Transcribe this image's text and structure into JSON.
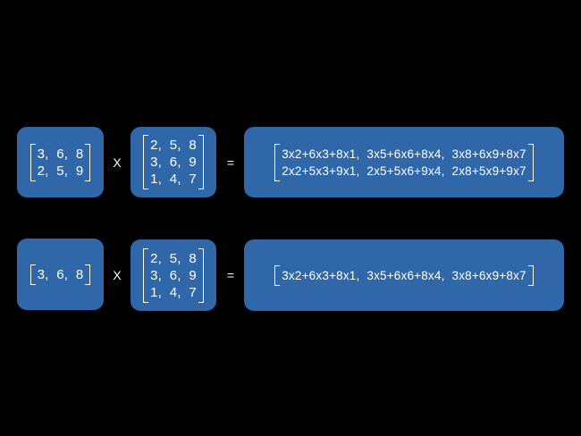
{
  "rows": [
    {
      "a": [
        [
          "3",
          "6",
          "8"
        ],
        [
          "2",
          "5",
          "9"
        ]
      ],
      "b": [
        [
          "2",
          "5",
          "8"
        ],
        [
          "3",
          "6",
          "9"
        ],
        [
          "1",
          "4",
          "7"
        ]
      ],
      "result": [
        [
          "3x2+6x3+8x1",
          "3x5+6x6+8x4",
          "3x8+6x9+8x7"
        ],
        [
          "2x2+5x3+9x1",
          "2x5+5x6+9x4",
          "2x8+5x9+9x7"
        ]
      ]
    },
    {
      "a": [
        [
          "3",
          "6",
          "8"
        ]
      ],
      "b": [
        [
          "2",
          "5",
          "8"
        ],
        [
          "3",
          "6",
          "9"
        ],
        [
          "1",
          "4",
          "7"
        ]
      ],
      "result": [
        [
          "3x2+6x3+8x1",
          "3x5+6x6+8x4",
          "3x8+6x9+8x7"
        ]
      ]
    }
  ],
  "operators": {
    "times": "X",
    "equals": "="
  },
  "colors": {
    "background": "#000000",
    "box": "#2f67a8",
    "text": "#ffffff"
  }
}
